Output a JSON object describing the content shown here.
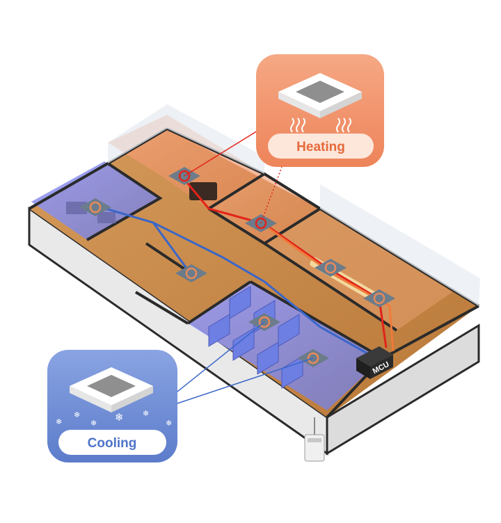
{
  "heating_callout": {
    "label": "Heating",
    "panel_color": "#f0916a",
    "pill_color": "#fde6da",
    "text_color": "#e66a3c",
    "icon": "ceiling-cassette-heat-icon"
  },
  "cooling_callout": {
    "label": "Cooling",
    "panel_color": "#6f8ed6",
    "pill_color": "#ffffff",
    "text_color": "#4f74c9",
    "icon": "ceiling-cassette-cool-icon"
  },
  "mcu": {
    "label": "MCU",
    "icon": "mcu-box-icon"
  },
  "colors": {
    "heating_pipe": "#e2231a",
    "heating_pipe_alt": "#f07a3a",
    "cooling_pipe": "#3a66c9",
    "warm_zone": "#e98a5a",
    "cool_zone": "#8f8ee8",
    "floor": "#c98a4a",
    "wall": "#f4f4f4"
  }
}
